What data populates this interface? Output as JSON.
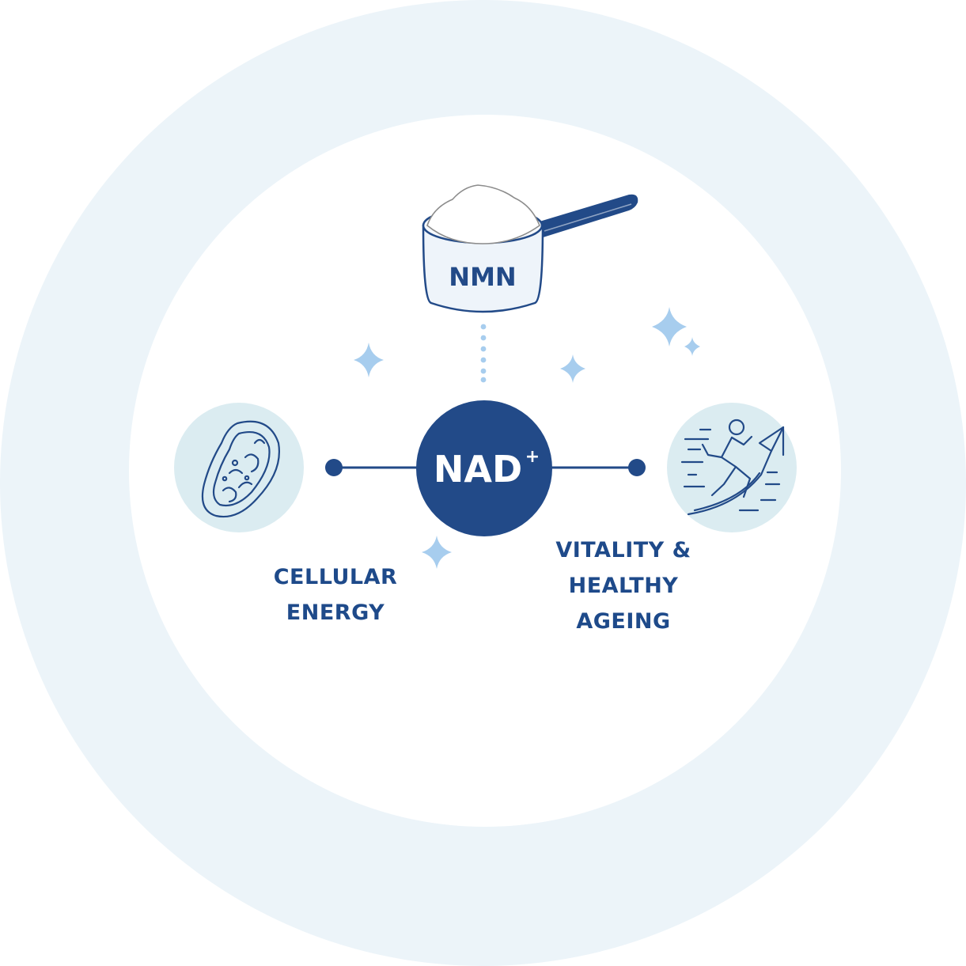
{
  "scoop": {
    "label": "NMN"
  },
  "center": {
    "label": "NAD",
    "superscript": "+"
  },
  "left_benefit": {
    "icon": "mitochondria-icon",
    "lines": [
      "CELLULAR",
      "ENERGY"
    ]
  },
  "right_benefit": {
    "icon": "running-person-arrow-icon",
    "lines": [
      "VITALITY &",
      "HEALTHY",
      "AGEING"
    ]
  },
  "colors": {
    "navy": "#224a88",
    "light_blue": "#a7cdee",
    "icon_bg": "#dbecf1",
    "ring_bg": "#ecf4f9"
  }
}
